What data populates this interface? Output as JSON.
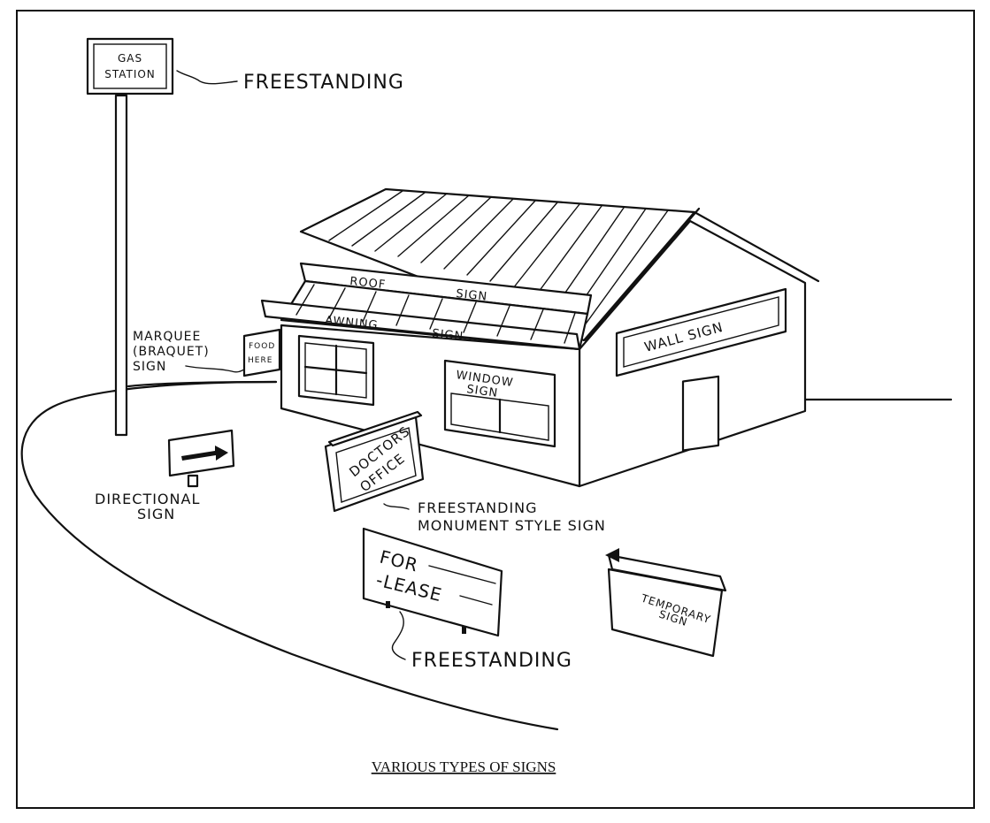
{
  "labels": {
    "gas_station": [
      "GAS",
      "STATION"
    ],
    "freestanding_top": "FREESTANDING",
    "roof_sign": [
      "ROOF",
      "SIGN"
    ],
    "awning_sign": [
      "AWNING",
      "SIGN"
    ],
    "wall_sign": "WALL SIGN",
    "window_sign": [
      "WINDOW",
      "SIGN"
    ],
    "marquee": [
      "MARQUEE",
      "(BRAQUET)",
      "SIGN"
    ],
    "food_here": [
      "FOOD",
      "HERE"
    ],
    "directional": [
      "DIRECTIONAL",
      "SIGN"
    ],
    "doctors_office": [
      "DOCTORS",
      "OFFICE"
    ],
    "monument": [
      "FREESTANDING",
      "MONUMENT STYLE SIGN"
    ],
    "for_lease": [
      "FOR",
      "-LEASE"
    ],
    "freestanding_bottom": "FREESTANDING",
    "temporary": [
      "TEMPORARY",
      "SIGN"
    ]
  },
  "caption": "VARIOUS TYPES OF SIGNS"
}
